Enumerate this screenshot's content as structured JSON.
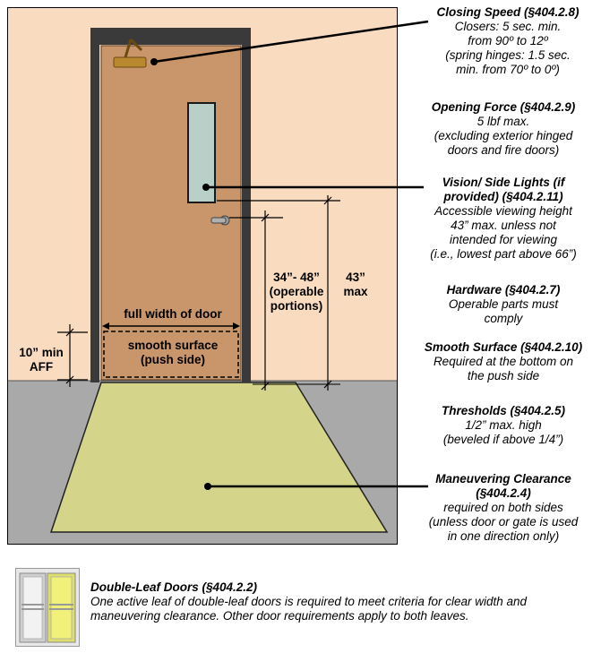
{
  "callouts": {
    "closing_speed": {
      "title": "Closing Speed (§404.2.8)",
      "body": "Closers: 5 sec. min.\nfrom 90º to 12º\n(spring hinges: 1.5 sec.\nmin. from 70º to 0º)"
    },
    "opening_force": {
      "title": "Opening Force (§404.2.9)",
      "body": "5 lbf max.\n(excluding exterior hinged\ndoors and fire doors)"
    },
    "vision_lights": {
      "title": "Vision/ Side Lights (if\nprovided) (§404.2.11)",
      "body": "Accessible viewing height\n43” max. unless not\nintended for viewing\n(i.e., lowest part above 66”)"
    },
    "hardware": {
      "title": "Hardware (§404.2.7)",
      "body": "Operable parts must\ncomply"
    },
    "smooth_surface": {
      "title": "Smooth Surface (§404.2.10)",
      "body": "Required at the bottom on\nthe push side"
    },
    "thresholds": {
      "title": "Thresholds (§404.2.5)",
      "body": "1/2” max. high\n(beveled if above 1/4”)"
    },
    "maneuvering": {
      "title": "Maneuvering Clearance\n(§404.2.4)",
      "body": "required on both sides\n(unless door or gate is used\nin one direction only)"
    }
  },
  "dimension_labels": {
    "full_width": "full width of door",
    "smooth_surface": "smooth surface\n(push side)",
    "ten_min": "10” min\nAFF",
    "operable": "34”- 48”\n(operable\nportions)",
    "max43": "43”\nmax"
  },
  "legend": {
    "title": "Double-Leaf Doors (§404.2.2)",
    "body": "One active leaf of double-leaf doors is required to meet criteria for clear width and maneuvering clearance.  Other door requirements apply to both leaves."
  },
  "colors": {
    "wall": "#f9dcc0",
    "floor": "#a9a9a9",
    "door": "#c9956a",
    "frame": "#3a3a3a",
    "mat": "#d4d48a",
    "glass": "#b8d0c8",
    "closer": "#b8892f"
  }
}
